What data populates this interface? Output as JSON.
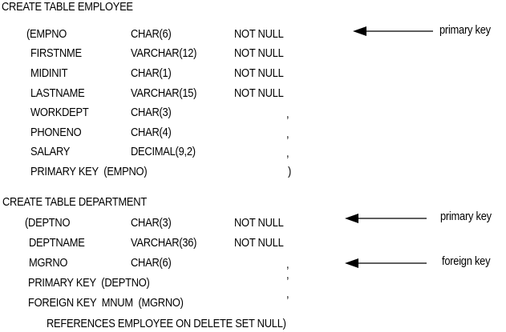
{
  "employee": {
    "header": "CREATE TABLE EMPLOYEE",
    "columns": [
      {
        "name": "(EMPNO",
        "type": "CHAR(6)",
        "constraint": "NOT NULL"
      },
      {
        "name": "FIRSTNME",
        "type": "VARCHAR(12)",
        "constraint": "NOT NULL"
      },
      {
        "name": "MIDINIT",
        "type": "CHAR(1)",
        "constraint": "NOT NULL"
      },
      {
        "name": "LASTNAME",
        "type": "VARCHAR(15)",
        "constraint": "NOT NULL"
      },
      {
        "name": "WORKDEPT",
        "type": "CHAR(3)",
        "constraint": ","
      },
      {
        "name": "PHONENO",
        "type": "CHAR(4)",
        "constraint": ","
      },
      {
        "name": "SALARY",
        "type": "DECIMAL(9,2)",
        "constraint": ","
      }
    ],
    "primary_key_line": "PRIMARY KEY  (EMPNO)",
    "closing": ")",
    "annotation": "primary key"
  },
  "department": {
    "header": "CREATE TABLE DEPARTMENT",
    "columns": [
      {
        "name": "(DEPTNO",
        "type": "CHAR(3)",
        "constraint": "NOT NULL"
      },
      {
        "name": "DEPTNAME",
        "type": "VARCHAR(36)",
        "constraint": "NOT NULL"
      },
      {
        "name": "MGRNO",
        "type": "CHAR(6)",
        "constraint": ","
      }
    ],
    "primary_key_line": "PRIMARY KEY  (DEPTNO)",
    "primary_key_comma": ",",
    "foreign_key_line": "FOREIGN KEY  MNUM  (MGRNO)",
    "foreign_key_comma": ",",
    "references_line": "REFERENCES EMPLOYEE ON DELETE SET NULL)",
    "annotations": [
      "primary key",
      "foreign key"
    ]
  },
  "colors": {
    "text": "#000000",
    "background": "#ffffff"
  }
}
